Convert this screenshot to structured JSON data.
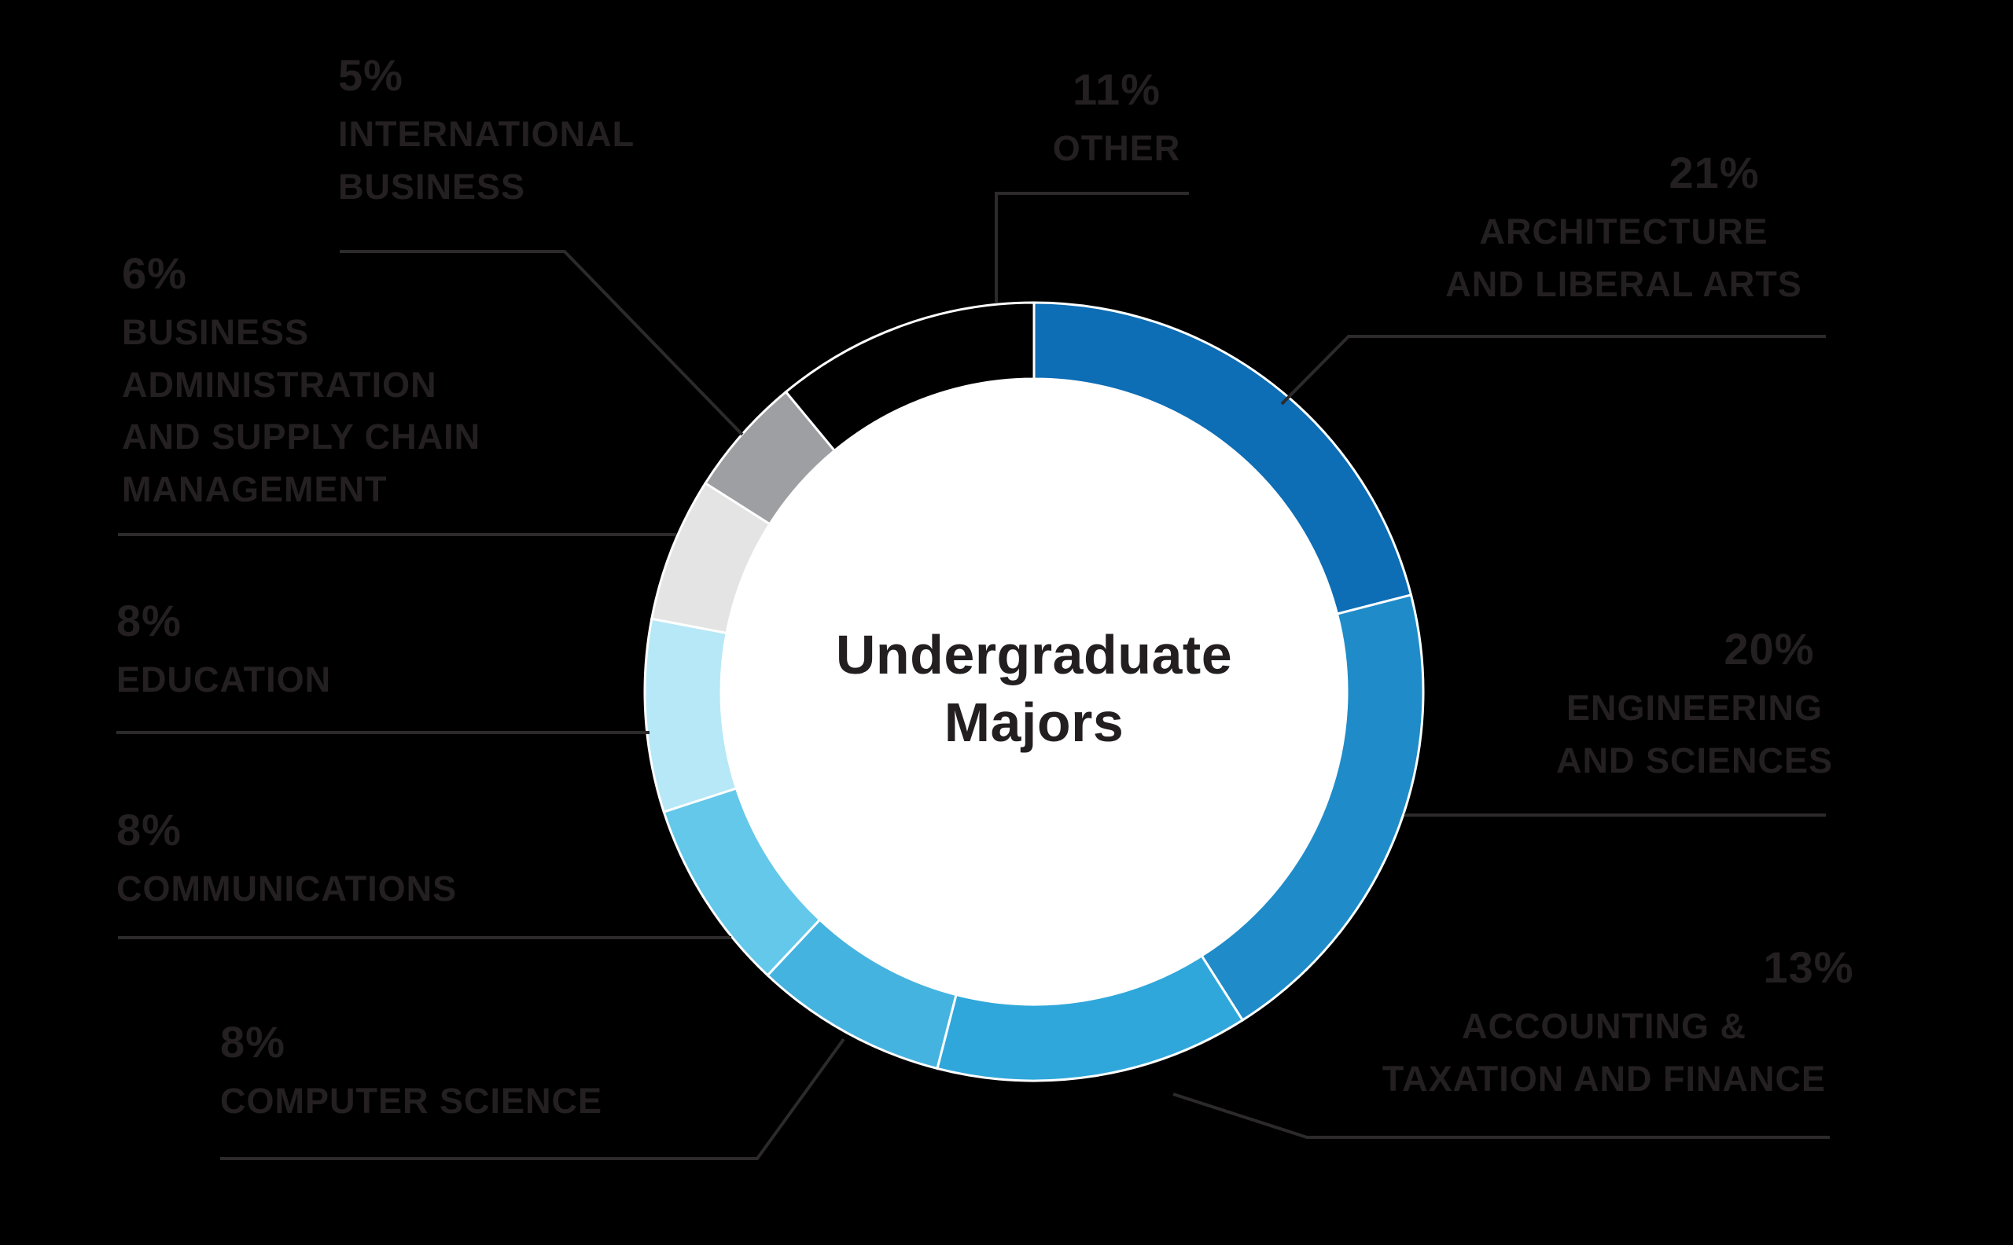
{
  "title": {
    "line1": "Undergraduate",
    "line2": "Majors"
  },
  "chart_data": {
    "type": "pie",
    "subtype": "donut",
    "title": "Undergraduate Majors",
    "direction": "clockwise",
    "start_angle_deg": 0,
    "inner_radius_ratio": 0.8,
    "segments": [
      {
        "label": "ARCHITECTURE AND LIBERAL ARTS",
        "value": 21,
        "color": "#0d6db5"
      },
      {
        "label": "ENGINEERING AND SCIENCES",
        "value": 20,
        "color": "#1f8cc9"
      },
      {
        "label": "ACCOUNTING & TAXATION AND FINANCE",
        "value": 13,
        "color": "#2fa7db"
      },
      {
        "label": "COMPUTER SCIENCE",
        "value": 8,
        "color": "#45b3e0"
      },
      {
        "label": "COMMUNICATIONS",
        "value": 8,
        "color": "#63c8ea"
      },
      {
        "label": "EDUCATION",
        "value": 8,
        "color": "#b6e8f7"
      },
      {
        "label": "BUSINESS ADMINISTRATION AND SUPPLY CHAIN MANAGEMENT",
        "value": 6,
        "color": "#e4e4e5"
      },
      {
        "label": "INTERNATIONAL BUSINESS",
        "value": 5,
        "color": "#9d9fa2"
      },
      {
        "label": "OTHER",
        "value": 11,
        "color": "#000000"
      }
    ],
    "segment_stroke_color": "#ffffff",
    "center_fill": "#ffffff"
  },
  "labels": {
    "other": {
      "pct": "11%",
      "l1": "OTHER"
    },
    "architecture": {
      "pct": "21%",
      "l1": "ARCHITECTURE",
      "l2": "AND LIBERAL ARTS"
    },
    "engineering": {
      "pct": "20%",
      "l1": "ENGINEERING",
      "l2": "AND SCIENCES"
    },
    "accounting": {
      "pct": "13%",
      "l1": "ACCOUNTING &",
      "l2": "TAXATION AND FINANCE"
    },
    "computer_science": {
      "pct": "8%",
      "l1": "COMPUTER SCIENCE"
    },
    "communications": {
      "pct": "8%",
      "l1": "COMMUNICATIONS"
    },
    "education": {
      "pct": "8%",
      "l1": "EDUCATION"
    },
    "business_admin": {
      "pct": "6%",
      "l1": "BUSINESS",
      "l2": "ADMINISTRATION",
      "l3": "AND SUPPLY CHAIN",
      "l4": "MANAGEMENT"
    },
    "intl_business": {
      "pct": "5%",
      "l1": "INTERNATIONAL",
      "l2": "BUSINESS"
    }
  },
  "colors": {
    "background": "#000000",
    "leader_line": "#2d2a2b",
    "label_text": "#242021",
    "title_text": "#231f20"
  }
}
